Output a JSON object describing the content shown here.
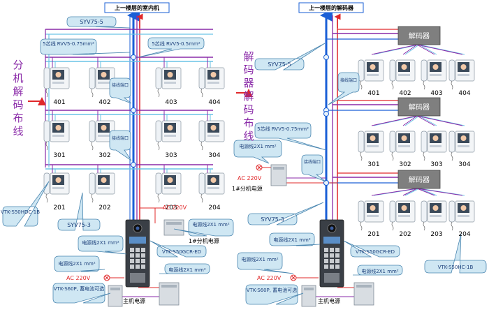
{
  "left": {
    "title": "上一楼层的室内机",
    "side_text": "分机解码布线",
    "cable_syv75_5": "SYV75-5",
    "cable_rvv5_a": "5芯线 RVV5-0.75mm²",
    "cable_rvv5_b": "5芯线 RVV5-0.5mm²",
    "junction_a": "接线端口",
    "junction_b": "接线端口",
    "units": [
      "401",
      "402",
      "403",
      "404",
      "301",
      "302",
      "303",
      "304",
      "201",
      "202",
      "203",
      "204"
    ],
    "model_indoor": "VTK-S50HDC-1B",
    "cable_syv75_3": "SYV75-3",
    "power_cable_a": "电源线2X1 mm²",
    "power_cable_b": "电源线2X1 mm²",
    "power_cable_c": "电源线2X1 mm²",
    "power_cable_d": "电源线2X1 mm²",
    "ac_220v_a": "AC 220V",
    "ac_220v_b": "AC 220V",
    "outdoor_model": "VTK-S50GCR-ED",
    "ext_power": "1#分机电源",
    "main_power": "主机电源",
    "ups": "VTK-S60P, 蓄电池可选"
  },
  "right": {
    "title": "上一楼层的解码器",
    "side_text": "解码器解码布线",
    "decoder": "解码器",
    "cable_syv75_5": "SYV75-5",
    "cable_rvv5": "5芯线 RVV5-0.75mm²",
    "junction_a": "接线端口",
    "junction_b": "接线端口",
    "units": [
      "401",
      "402",
      "403",
      "404",
      "301",
      "302",
      "303",
      "304",
      "201",
      "202",
      "203",
      "204"
    ],
    "power_cable_a": "电源线2X1 mm²",
    "ac_220v": "AC 220V",
    "ext_power": "1#分机电源",
    "cable_syv75_3": "SYV75-3",
    "power_cable_b": "电源线2X1 mm²",
    "power_cable_c": "电源线2X1 mm²",
    "power_cable_d": "电源线2X1 mm²",
    "ac_220v_b": "AC 220V",
    "outdoor_model": "VTK-S50GCR-ED",
    "model_indoor": "VTK-S50HC-1B",
    "main_power": "主机电源",
    "ups": "VTK-S60P, 蓄电池可选"
  },
  "colors": {
    "blue": "#1a5fd6",
    "red": "#e0282a",
    "purple": "#8a2aa8",
    "cyan": "#6ac3e6",
    "bubble": "#cfe7f3",
    "bubble_stroke": "#4a86b0",
    "decoder": "#7f7f7f",
    "arrow_red": "#e0282a"
  }
}
